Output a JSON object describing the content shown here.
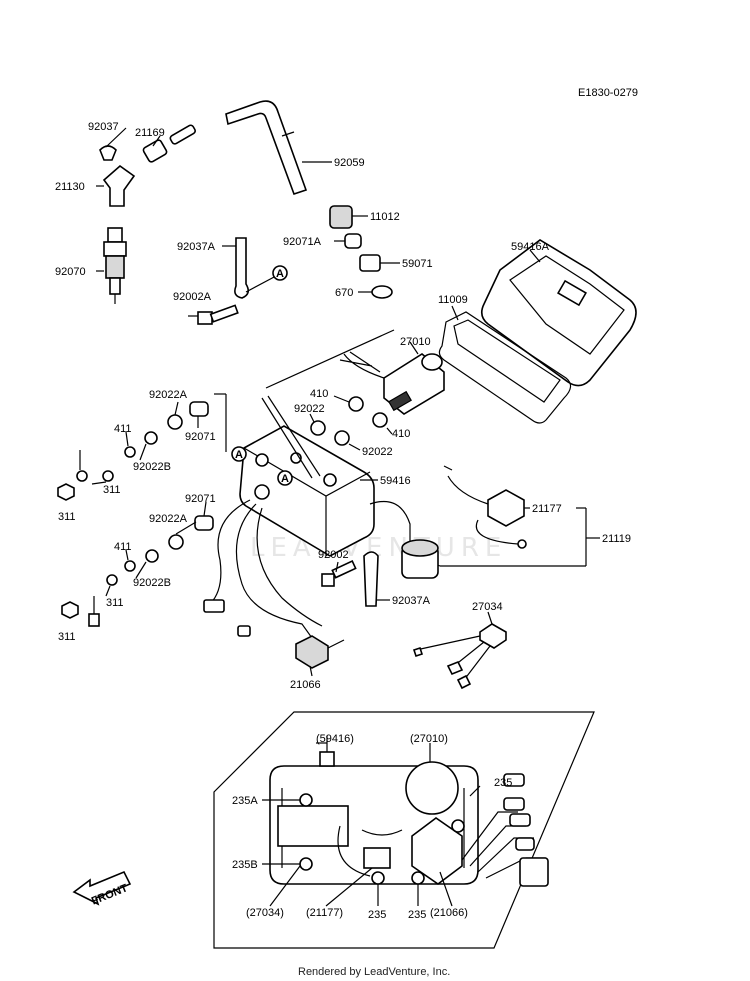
{
  "diagram_code": "E1830-0279",
  "watermark": "LEADVENTURE",
  "footer": "Rendered by LeadVenture, Inc.",
  "front_arrow_text": "FRONT",
  "callout_marker": "A",
  "part_labels": {
    "p92037": "92037",
    "p21169": "21169",
    "p21130": "21130",
    "p92059": "92059",
    "p11012": "11012",
    "p92071A": "92071A",
    "p59071": "59071",
    "p670": "670",
    "p92037A_top": "92037A",
    "p92002A": "92002A",
    "p92070": "92070",
    "p59416A": "59416A",
    "p11009": "11009",
    "p27010": "27010",
    "p410_a": "410",
    "p92022_a": "92022",
    "p410_b": "410",
    "p92022_b": "92022",
    "p92022A_a": "92022A",
    "p92071_a": "92071",
    "p411_a": "411",
    "p92022B_a": "92022B",
    "p311_a": "311",
    "p311_b": "311",
    "p59416": "59416",
    "p92071_b": "92071",
    "p92022A_b": "92022A",
    "p411_b": "411",
    "p92022B_b": "92022B",
    "p311_c": "311",
    "p311_d": "311",
    "p92002": "92002",
    "p92037A_bot": "92037A",
    "p21177": "21177",
    "p21119": "21119",
    "p27034": "27034",
    "p21066": "21066"
  },
  "inset_labels": {
    "i59416": "(59416)",
    "i27010": "(27010)",
    "i235_top": "235",
    "i235A": "235A",
    "i235B": "235B",
    "i27034": "(27034)",
    "i21177": "(21177)",
    "i235_c": "235",
    "i235_d": "235",
    "i21066": "(21066)"
  }
}
